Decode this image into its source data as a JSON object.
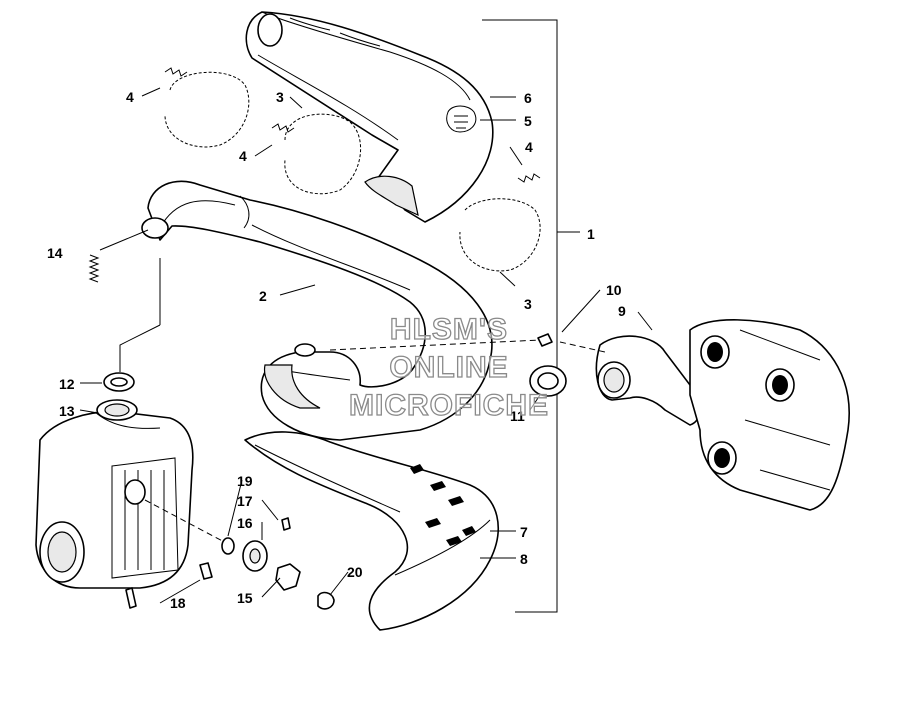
{
  "callouts": {
    "c1": "1",
    "c2": "2",
    "c3a": "3",
    "c3b": "3",
    "c4a": "4",
    "c4b": "4",
    "c4c": "4",
    "c5": "5",
    "c6": "6",
    "c7": "7",
    "c8": "8",
    "c9": "9",
    "c10": "10",
    "c11": "11",
    "c12": "12",
    "c13": "13",
    "c14": "14",
    "c15": "15",
    "c16": "16",
    "c17": "17",
    "c18": "18",
    "c19": "19",
    "c20": "20"
  },
  "watermark": {
    "line1": "HLSM'S",
    "line2": "ONLINE",
    "line3": "MICROFICHE"
  }
}
